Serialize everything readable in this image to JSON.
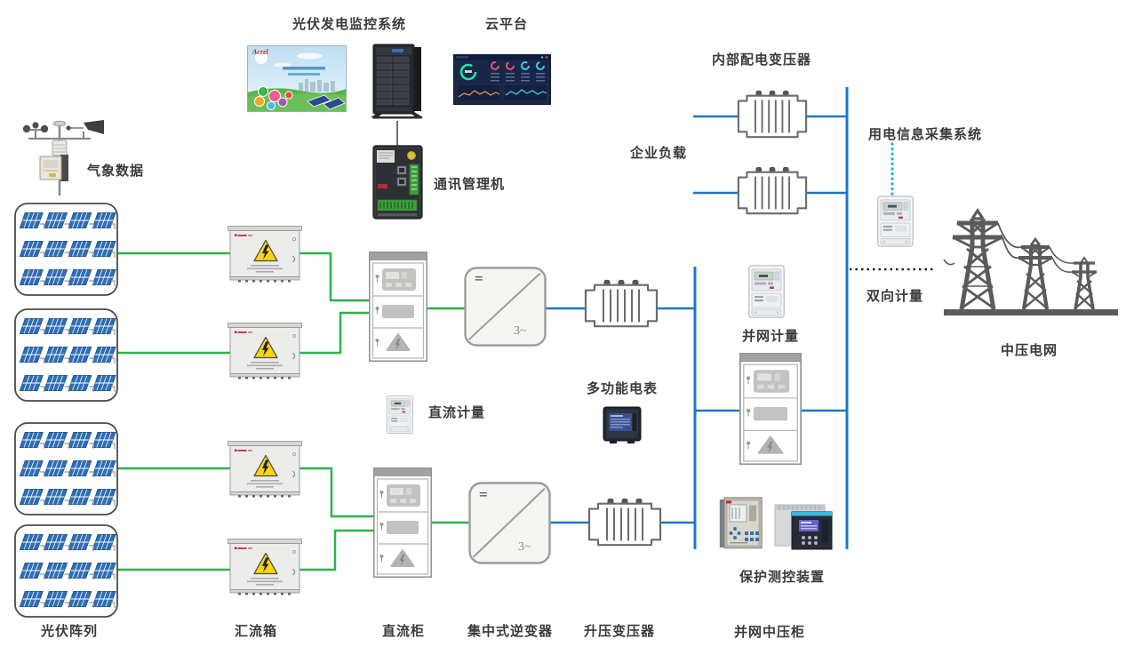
{
  "labels": {
    "monitoring_system": "光伏发电监控系统",
    "cloud_platform": "云平台",
    "weather_data": "气象数据",
    "comm_manager": "通讯管理机",
    "internal_dist_transformer": "内部配电变压器",
    "enterprise_load": "企业负载",
    "power_info_collection": "用电信息采集系统",
    "bidirectional_metering": "双向计量",
    "mv_grid": "中压电网",
    "multifunction_meter": "多功能电表",
    "dc_metering": "直流计量",
    "grid_metering": "并网计量",
    "protection_device": "保护测控装置",
    "pv_array": "光伏阵列",
    "combiner_box": "汇流箱",
    "dc_cabinet": "直流柜",
    "central_inverter": "集中式逆变器",
    "stepup_transformer": "升压变压器",
    "grid_mv_cabinet": "并网中压柜"
  },
  "inverter_marks": {
    "dc_symbol": "=",
    "ac_symbol": "3~"
  },
  "brand": {
    "monitor_logo": "Acrel"
  },
  "colors": {
    "dc_line": "#2db34a",
    "ac_line": "#1d78c8",
    "meter_link_dotted": "#2aace2",
    "grid_link_dotted": "#222222"
  }
}
